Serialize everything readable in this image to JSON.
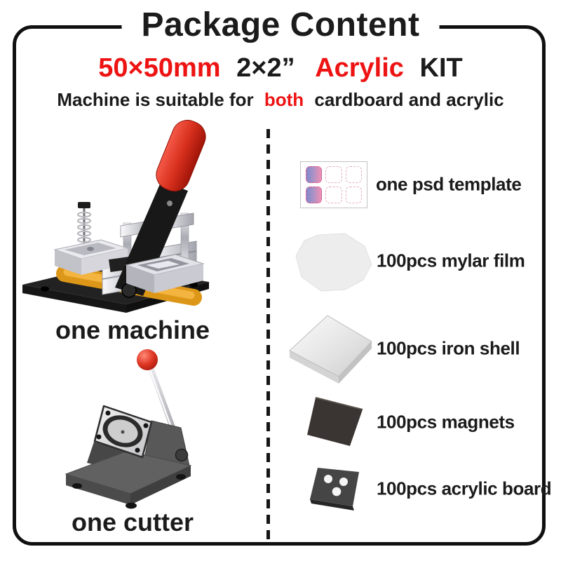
{
  "header": {
    "title": "Package Content",
    "subtitle": {
      "size_mm": "50×50mm",
      "size_inch": "2×2”",
      "material": "Acrylic",
      "kit": "KIT"
    },
    "tagline": {
      "pre": "Machine is suitable for",
      "highlight": "both",
      "post": "cardboard and acrylic"
    }
  },
  "left_panel": {
    "machine_label": "one machine",
    "cutter_label": "one cutter"
  },
  "right_panel": {
    "items": [
      {
        "label": "one psd template",
        "icon": "psd-template-icon"
      },
      {
        "label": "100pcs mylar film",
        "icon": "mylar-film-icon"
      },
      {
        "label": "100pcs iron shell",
        "icon": "iron-shell-icon"
      },
      {
        "label": "100pcs magnets",
        "icon": "magnets-icon"
      },
      {
        "label": "100pcs acrylic board",
        "icon": "acrylic-board-icon"
      }
    ]
  },
  "colors": {
    "accent_red": "#ee1313",
    "text_black": "#1b1b1b",
    "frame_border": "#101010",
    "machine_handle_red": "#d8301e",
    "machine_slider_gold": "#e2991d",
    "cutter_body_gray": "#5d5d5d"
  }
}
